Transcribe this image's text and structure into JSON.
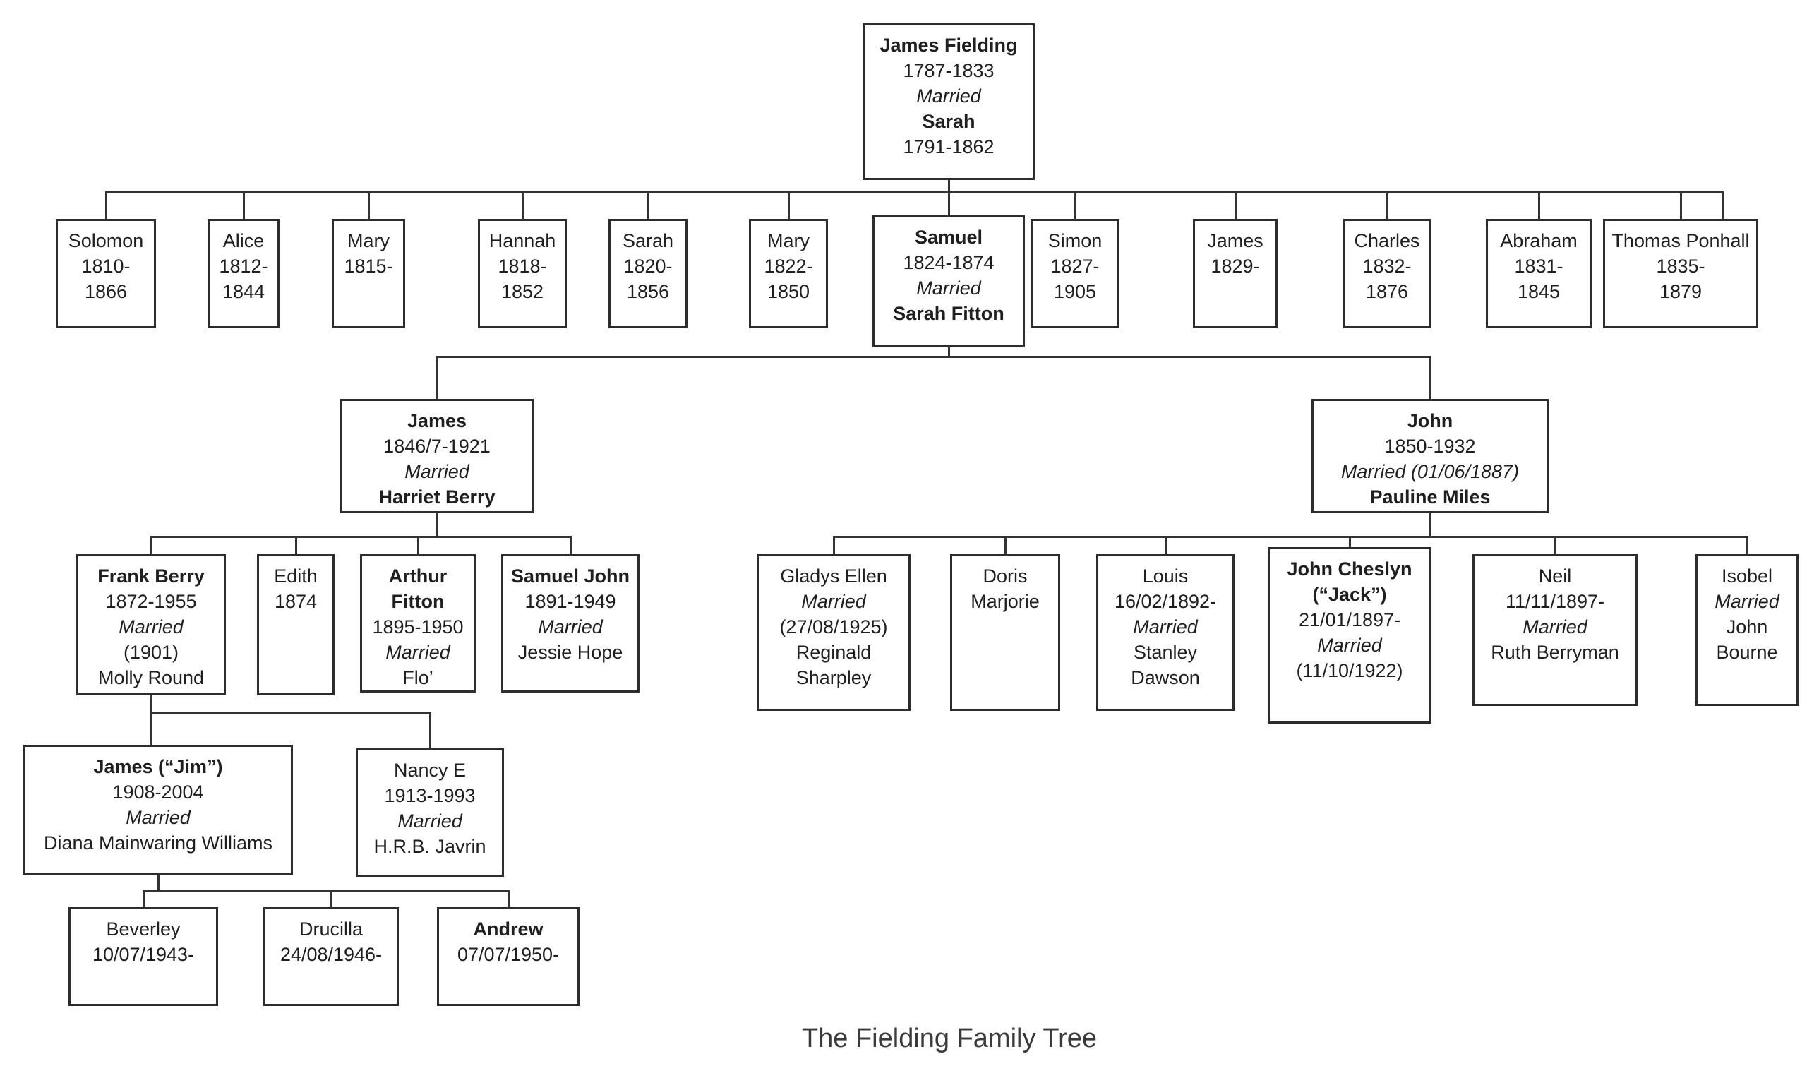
{
  "title": "The Fielding Family Tree",
  "nodes": [
    {
      "id": "james-fielding",
      "lines": [
        [
          "James Fielding",
          "b"
        ],
        [
          "1787-1833",
          ""
        ],
        [
          "Married",
          "i"
        ],
        [
          "Sarah",
          "b"
        ],
        [
          "1791-1862",
          ""
        ]
      ]
    },
    {
      "id": "solomon",
      "lines": [
        [
          "Solomon",
          ""
        ],
        [
          "1810-",
          ""
        ],
        [
          "1866",
          ""
        ]
      ]
    },
    {
      "id": "alice",
      "lines": [
        [
          "Alice",
          ""
        ],
        [
          "1812-",
          ""
        ],
        [
          "1844",
          ""
        ]
      ]
    },
    {
      "id": "mary-1",
      "lines": [
        [
          "Mary",
          ""
        ],
        [
          "1815-",
          ""
        ]
      ]
    },
    {
      "id": "hannah",
      "lines": [
        [
          "Hannah",
          ""
        ],
        [
          "1818-",
          ""
        ],
        [
          "1852",
          ""
        ]
      ]
    },
    {
      "id": "sarah-2",
      "lines": [
        [
          "Sarah",
          ""
        ],
        [
          "1820-",
          ""
        ],
        [
          "1856",
          ""
        ]
      ]
    },
    {
      "id": "mary-2",
      "lines": [
        [
          "Mary",
          ""
        ],
        [
          "1822-",
          ""
        ],
        [
          "1850",
          ""
        ]
      ]
    },
    {
      "id": "samuel",
      "lines": [
        [
          "Samuel",
          "b"
        ],
        [
          "1824-1874",
          ""
        ],
        [
          "Married",
          "i"
        ],
        [
          "Sarah Fitton",
          "b"
        ]
      ]
    },
    {
      "id": "simon",
      "lines": [
        [
          "Simon",
          ""
        ],
        [
          "1827-",
          ""
        ],
        [
          "1905",
          ""
        ]
      ]
    },
    {
      "id": "james-2",
      "lines": [
        [
          "James",
          ""
        ],
        [
          "1829-",
          ""
        ]
      ]
    },
    {
      "id": "charles",
      "lines": [
        [
          "Charles",
          ""
        ],
        [
          "1832-",
          ""
        ],
        [
          "1876",
          ""
        ]
      ]
    },
    {
      "id": "abraham",
      "lines": [
        [
          "Abraham",
          ""
        ],
        [
          "1831-",
          ""
        ],
        [
          "1845",
          ""
        ]
      ]
    },
    {
      "id": "thomas-ponhall",
      "lines": [
        [
          "Thomas Ponhall",
          ""
        ],
        [
          "1835-",
          ""
        ],
        [
          "1879",
          ""
        ]
      ]
    },
    {
      "id": "james-3",
      "lines": [
        [
          "James",
          "b"
        ],
        [
          "1846/7-1921",
          ""
        ],
        [
          "Married",
          "i"
        ],
        [
          "Harriet Berry",
          "b"
        ]
      ]
    },
    {
      "id": "john-3",
      "lines": [
        [
          "John",
          "b"
        ],
        [
          "1850-1932",
          ""
        ],
        [
          "Married (01/06/1887)",
          "i"
        ],
        [
          "Pauline Miles",
          "b"
        ]
      ]
    },
    {
      "id": "frank-berry",
      "lines": [
        [
          "Frank Berry",
          "b"
        ],
        [
          "1872-1955",
          ""
        ],
        [
          "Married",
          "i"
        ],
        [
          "(1901)",
          ""
        ],
        [
          "Molly Round",
          ""
        ]
      ]
    },
    {
      "id": "edith",
      "lines": [
        [
          "Edith",
          ""
        ],
        [
          "1874",
          ""
        ]
      ]
    },
    {
      "id": "arthur-fitton",
      "lines": [
        [
          "Arthur",
          "b"
        ],
        [
          "Fitton",
          "b"
        ],
        [
          "1895-1950",
          ""
        ],
        [
          "Married",
          "i"
        ],
        [
          "Flo’",
          ""
        ]
      ]
    },
    {
      "id": "samuel-john",
      "lines": [
        [
          "Samuel John",
          "b"
        ],
        [
          "1891-1949",
          ""
        ],
        [
          "Married",
          "i"
        ],
        [
          "Jessie Hope",
          ""
        ]
      ]
    },
    {
      "id": "gladys-ellen",
      "lines": [
        [
          "Gladys Ellen",
          ""
        ],
        [
          "Married",
          "i"
        ],
        [
          "(27/08/1925)",
          ""
        ],
        [
          "Reginald",
          ""
        ],
        [
          "Sharpley",
          ""
        ]
      ]
    },
    {
      "id": "doris-marjorie",
      "lines": [
        [
          "Doris",
          ""
        ],
        [
          "Marjorie",
          ""
        ]
      ]
    },
    {
      "id": "louis",
      "lines": [
        [
          "Louis",
          ""
        ],
        [
          "16/02/1892-",
          ""
        ],
        [
          "Married",
          "i"
        ],
        [
          "Stanley",
          ""
        ],
        [
          "Dawson",
          ""
        ]
      ]
    },
    {
      "id": "john-cheslyn",
      "lines": [
        [
          "John Cheslyn",
          "b"
        ],
        [
          "(“Jack”)",
          "b"
        ],
        [
          "21/01/1897-",
          ""
        ],
        [
          "Married",
          "i"
        ],
        [
          "(11/10/1922)",
          ""
        ]
      ]
    },
    {
      "id": "neil",
      "lines": [
        [
          "Neil",
          ""
        ],
        [
          "11/11/1897-",
          ""
        ],
        [
          "Married",
          "i"
        ],
        [
          "Ruth Berryman",
          ""
        ]
      ]
    },
    {
      "id": "isobel",
      "lines": [
        [
          "Isobel",
          ""
        ],
        [
          "Married",
          "i"
        ],
        [
          "John",
          ""
        ],
        [
          "Bourne",
          ""
        ]
      ]
    },
    {
      "id": "jim",
      "lines": [
        [
          "James (“Jim”)",
          "b"
        ],
        [
          "1908-2004",
          ""
        ],
        [
          "Married",
          "i"
        ],
        [
          "Diana Mainwaring Williams",
          ""
        ]
      ]
    },
    {
      "id": "nancy",
      "lines": [
        [
          "Nancy E",
          ""
        ],
        [
          "1913-1993",
          ""
        ],
        [
          "Married",
          "i"
        ],
        [
          "H.R.B. Javrin",
          ""
        ]
      ]
    },
    {
      "id": "beverley",
      "lines": [
        [
          "Beverley",
          ""
        ],
        [
          "10/07/1943-",
          ""
        ]
      ]
    },
    {
      "id": "drucilla",
      "lines": [
        [
          "Drucilla",
          ""
        ],
        [
          "24/08/1946-",
          ""
        ]
      ]
    },
    {
      "id": "andrew",
      "lines": [
        [
          "Andrew",
          "b"
        ],
        [
          "07/07/1950-",
          ""
        ]
      ]
    }
  ]
}
